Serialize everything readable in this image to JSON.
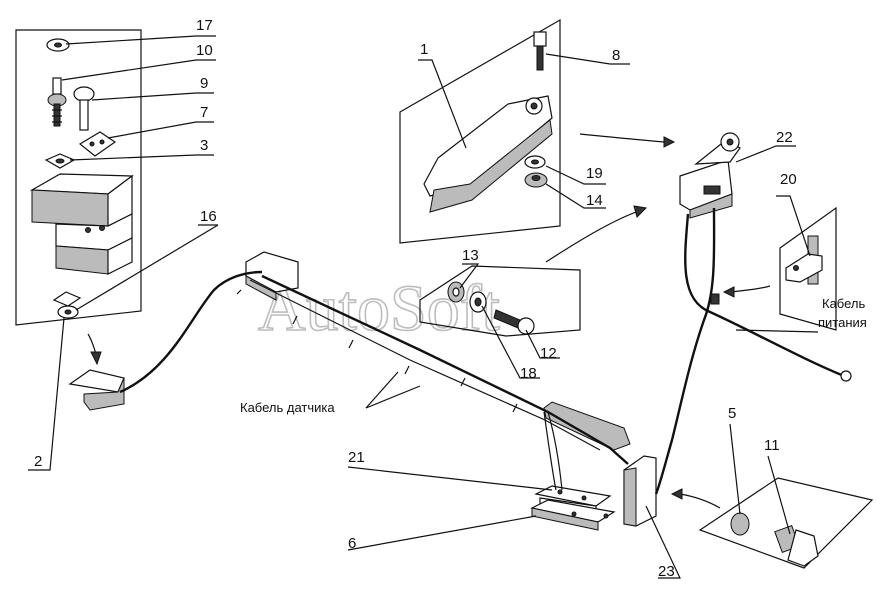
{
  "watermark": "AutoSoft",
  "callouts": {
    "c1": "1",
    "c2": "2",
    "c3": "3",
    "c5": "5",
    "c6": "6",
    "c7": "7",
    "c8": "8",
    "c9": "9",
    "c10": "10",
    "c11": "11",
    "c12": "12",
    "c13": "13",
    "c14": "14",
    "c16": "16",
    "c17": "17",
    "c18": "18",
    "c19": "19",
    "c20": "20",
    "c21": "21",
    "c22": "22",
    "c23": "23"
  },
  "captions": {
    "sensor_cable": "Кабель датчика",
    "power_cable_line1": "Кабель",
    "power_cable_line2": "питания"
  }
}
